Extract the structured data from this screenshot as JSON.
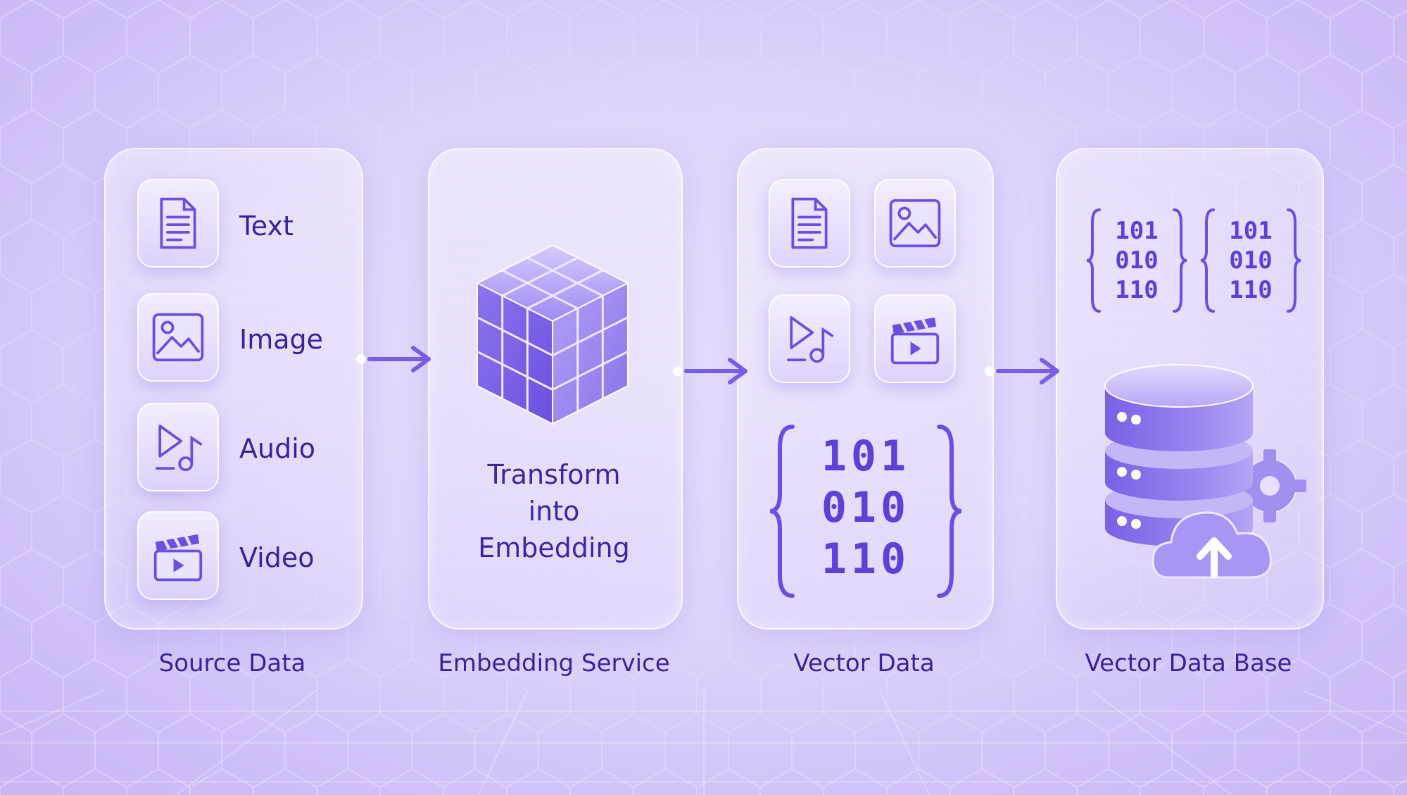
{
  "source_panel": {
    "caption": "Source Data",
    "items": [
      {
        "label": "Text",
        "icon": "document-icon"
      },
      {
        "label": "Image",
        "icon": "image-icon"
      },
      {
        "label": "Audio",
        "icon": "audio-icon"
      },
      {
        "label": "Video",
        "icon": "clapperboard-icon"
      }
    ]
  },
  "embedding_panel": {
    "caption": "Embedding Service",
    "text_lines": [
      "Transform",
      "into",
      "Embedding"
    ],
    "icon": "cube-grid-icon"
  },
  "vector_panel": {
    "caption": "Vector Data",
    "binary_rows": [
      "101",
      "010",
      "110"
    ]
  },
  "database_panel": {
    "caption": "Vector Data Base",
    "binary_rows": [
      "101",
      "010",
      "110"
    ],
    "icon": "database-cloud-upload-icon"
  },
  "colors": {
    "accent": "#6a4fe0",
    "text": "#3a239a",
    "background": "#d9ccfa"
  }
}
